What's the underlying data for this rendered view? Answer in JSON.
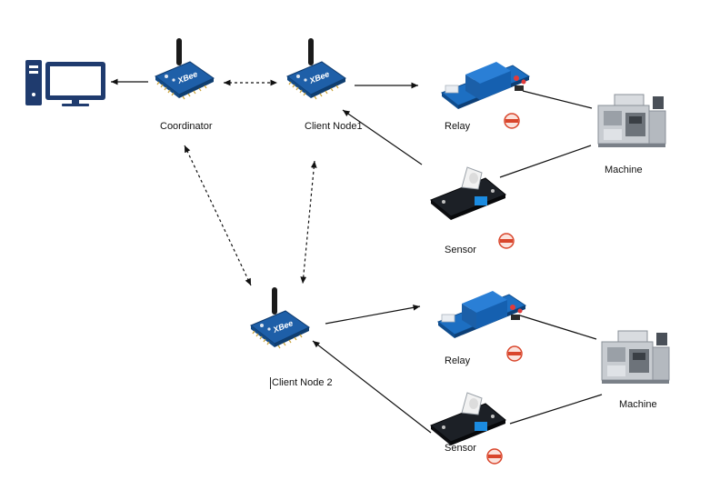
{
  "nodes": {
    "computer": {
      "icon": "desktop-computer-icon"
    },
    "coordinator": {
      "label": "Coordinator",
      "icon": "xbee-module-icon",
      "chip_text": "XBee"
    },
    "client_node1": {
      "label": "Client Node1",
      "icon": "xbee-module-icon",
      "chip_text": "XBee"
    },
    "client_node2": {
      "label": "Client Node 2",
      "icon": "xbee-module-icon",
      "chip_text": "XBee"
    },
    "relay1": {
      "label": "Relay",
      "icon": "relay-module-icon"
    },
    "relay2": {
      "label": "Relay",
      "icon": "relay-module-icon"
    },
    "sensor1": {
      "label": "Sensor",
      "icon": "current-sensor-icon"
    },
    "sensor2": {
      "label": "Sensor",
      "icon": "current-sensor-icon"
    },
    "machine1": {
      "label": "Machine",
      "icon": "industrial-machine-icon"
    },
    "machine2": {
      "label": "Machine",
      "icon": "industrial-machine-icon"
    }
  },
  "colors": {
    "computer": "#1f3b6e",
    "xbee_board": "#1e5fa8",
    "relay_board": "#1d6fc2",
    "relay_body": "#2a7fd6",
    "sensor_board": "#1c2026",
    "sensor_terminal": "#1b8be0",
    "badge": "#d9452b",
    "machine_body": "#c8ccd1",
    "line": "#111111"
  }
}
